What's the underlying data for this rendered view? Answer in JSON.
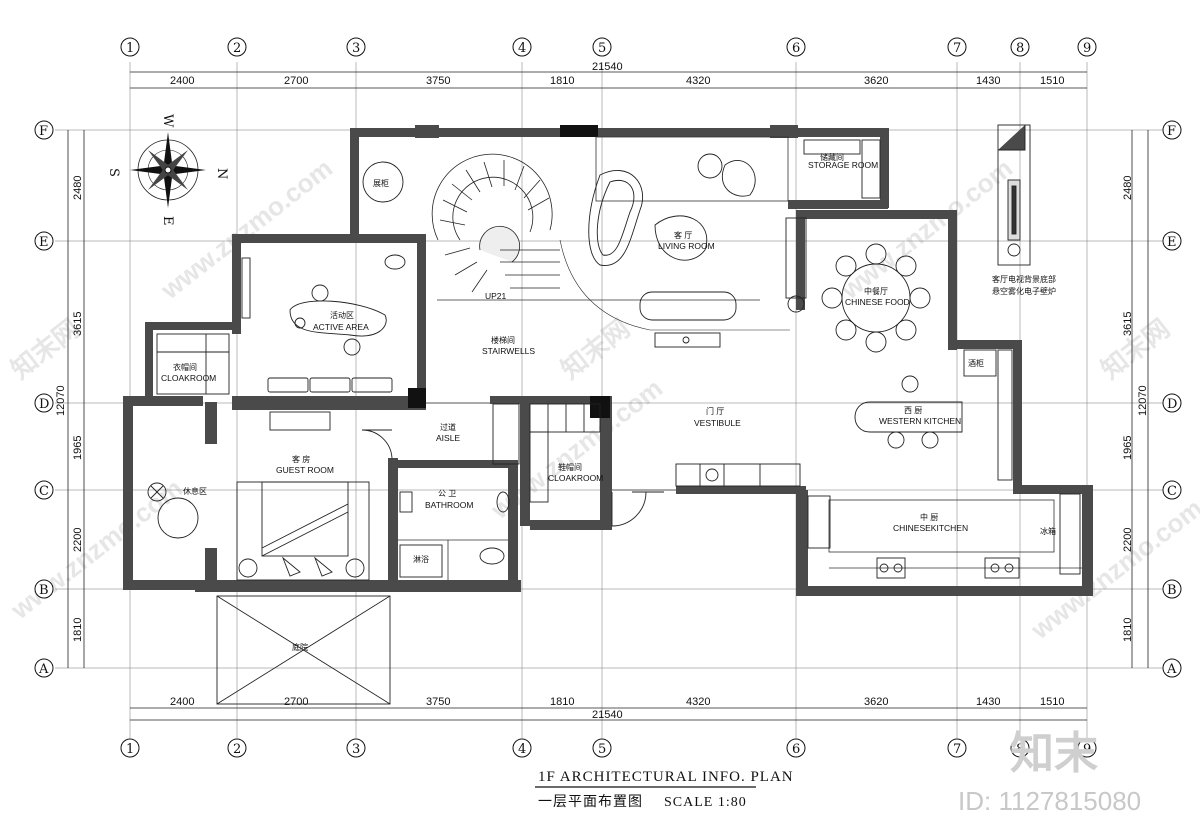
{
  "drawing": {
    "total_dimension": "21540",
    "columns": [
      "1",
      "2",
      "3",
      "4",
      "5",
      "6",
      "7",
      "8",
      "9"
    ],
    "rows": [
      "F",
      "E",
      "D",
      "C",
      "B",
      "A"
    ],
    "top_spans": [
      "2400",
      "2700",
      "3750",
      "1810",
      "4320",
      "3620",
      "1430",
      "1510"
    ],
    "left_spans": [
      "2480",
      "3615",
      "1965",
      "2200",
      "1810"
    ],
    "left_total": "12070",
    "right_spans": [
      "2480",
      "3615",
      "1965",
      "2200",
      "1810"
    ],
    "right_total": "12070"
  },
  "compass": {
    "labels": [
      "N",
      "S",
      "E",
      "W"
    ]
  },
  "rooms": {
    "active_area_cn": "活动区",
    "active_area_en": "ACTIVE AREA",
    "cloakroom_cn": "衣帽间",
    "cloakroom_en": "CLOAKROOM",
    "guest_room_cn": "客 房",
    "guest_room_en": "GUEST ROOM",
    "rest_area_cn": "休息区",
    "aisle_cn": "过道",
    "aisle_en": "AISLE",
    "bathroom_cn": "公 卫",
    "bathroom_en": "BATHROOM",
    "shoe_cloakroom_cn": "鞋帽间",
    "shoe_cloakroom_en": "CLOAKROOM",
    "stairwells_cn": "楼梯间",
    "stairwells_en": "STAIRWELLS",
    "up_label": "UP21",
    "living_room_cn": "客 厅",
    "living_room_en": "LIVING ROOM",
    "vestibule_cn": "门 厅",
    "vestibule_en": "VESTIBULE",
    "storage_cn": "储藏间",
    "storage_en": "STORAGE ROOM",
    "chinese_food_cn": "中餐厅",
    "chinese_food_en": "CHINESE FOOD",
    "western_kitchen_cn": "西 厨",
    "western_kitchen_en": "WESTERN KITCHEN",
    "chinese_kitchen_cn": "中 厨",
    "chinese_kitchen_en": "CHINESEKITCHEN",
    "showroom_cn": "展柜",
    "shower_cn": "淋浴",
    "wine_cn": "酒柜",
    "fridge_cn": "冰箱",
    "yard_cn": "庭院",
    "tv_note_line1": "客厅电视背景底部",
    "tv_note_line2": "悬空雾化电子壁炉"
  },
  "title": {
    "line1": "1F ARCHITECTURAL INFO.  PLAN",
    "line2_cn": "一层平面布置图",
    "scale": "SCALE  1:80"
  },
  "watermark": {
    "site": "www.znzmo.com",
    "brand": "知末网",
    "logo": "知末",
    "id": "ID: 1127815080"
  }
}
